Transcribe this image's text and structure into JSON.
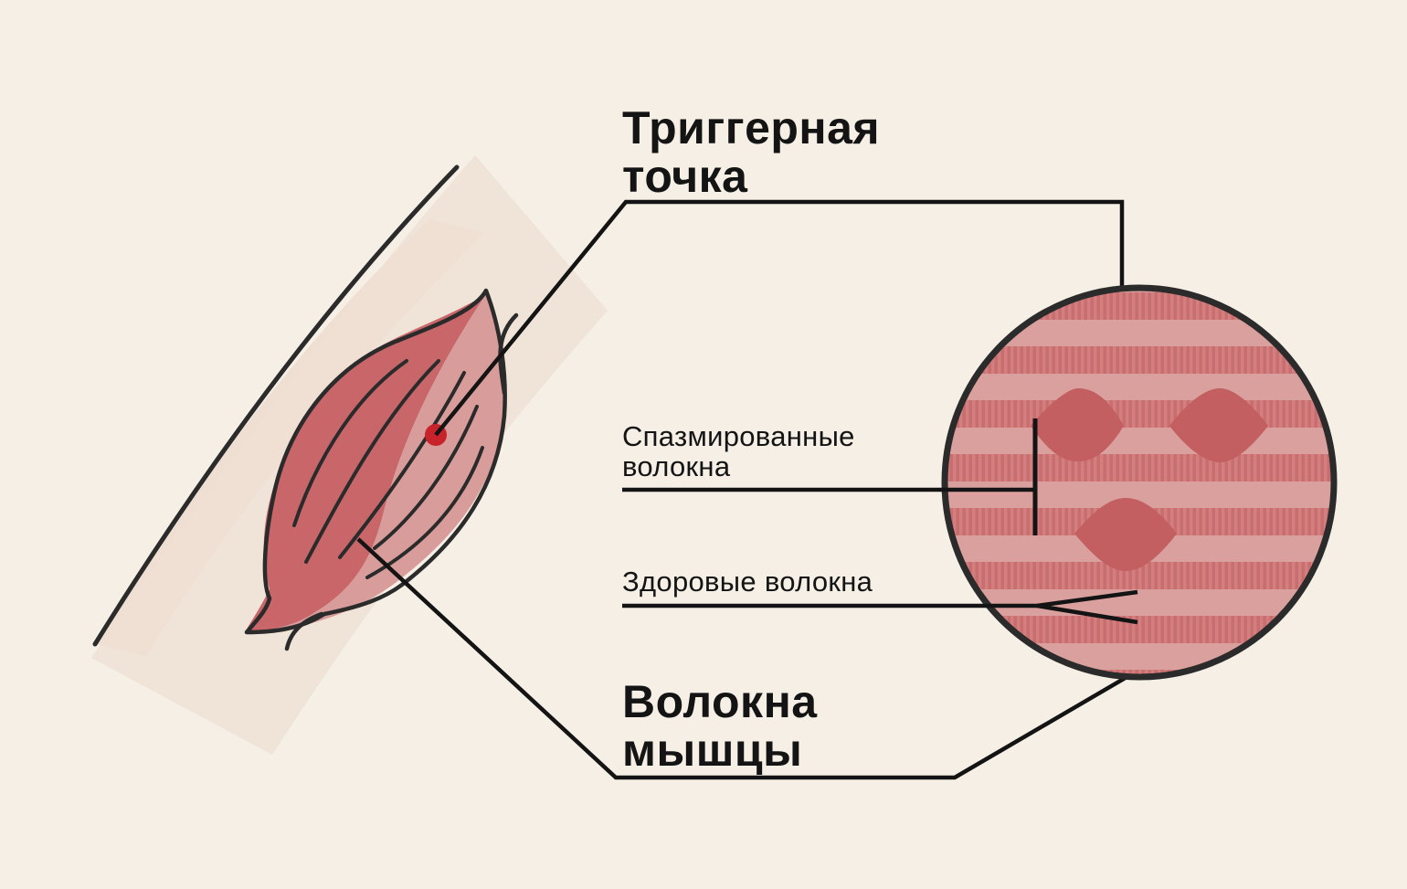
{
  "labels": {
    "trigger_point": [
      "Триггерная",
      "точка"
    ],
    "muscle_fibers": [
      "Волокна",
      "мышцы"
    ],
    "spasmed_fibers": [
      "Спазмированные",
      "волокна"
    ],
    "healthy_fibers": "Здоровые волокна"
  },
  "colors": {
    "background": "#f5efe6",
    "skin_band": "#efddd0",
    "muscle_dark": "#c8666a",
    "muscle_light": "#d89c9a",
    "trigger_dot": "#c8222a",
    "outline": "#2b2b2b",
    "stripe_light": "#d9a09d",
    "stripe_dark": "#c86a6c",
    "knot": "#c35e61"
  },
  "icons": {
    "trigger_point": "red-dot-icon",
    "magnifier": "magnified-circle"
  }
}
